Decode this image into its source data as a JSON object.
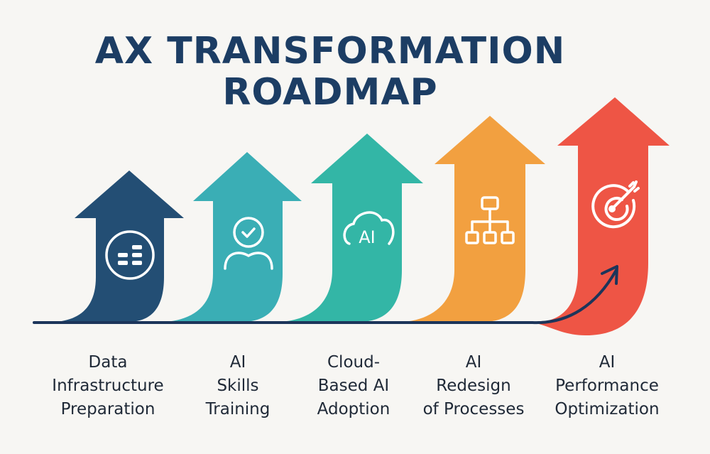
{
  "title": {
    "line1": "AX TRANSFORMATION",
    "line2": "ROADMAP"
  },
  "colors": {
    "title": "#1c3d64",
    "baseline": "#1c355a"
  },
  "steps": [
    {
      "icon": "data-server-icon",
      "color": "#234e74",
      "label": [
        "Data",
        "Infrastructure",
        "Preparation"
      ]
    },
    {
      "icon": "user-check-icon",
      "color": "#3aaeb5",
      "label": [
        "AI",
        "Skills",
        "Training"
      ]
    },
    {
      "icon": "cloud-ai-icon",
      "icon_text": "AI",
      "color": "#33b6a6",
      "label": [
        "Cloud-",
        "Based AI",
        "Adoption"
      ]
    },
    {
      "icon": "org-chart-icon",
      "color": "#f2a040",
      "label": [
        "AI",
        "Redesign",
        "of Processes"
      ]
    },
    {
      "icon": "target-icon",
      "color": "#ee5545",
      "label": [
        "AI",
        "Performance",
        "Optimization"
      ]
    }
  ]
}
